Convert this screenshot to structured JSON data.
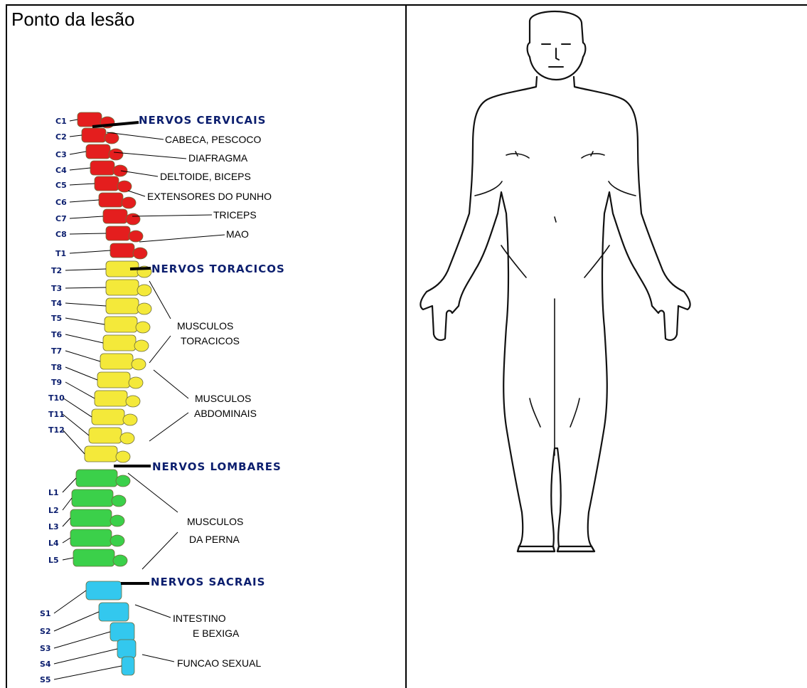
{
  "document": {
    "cell_left_title": "Ponto da lesão"
  },
  "spine_diagram": {
    "nerve_groups": [
      "NERVOS CERVICAIS",
      "NERVOS TORACICOS",
      "NERVOS LOMBARES",
      "NERVOS SACRAIS"
    ],
    "functions": [
      "CABECA, PESCOCO",
      "DIAFRAGMA",
      "DELTOIDE, BICEPS",
      "EXTENSORES DO PUNHO",
      "TRICEPS",
      "MAO",
      "MUSCULOS",
      "TORACICOS",
      "MUSCULOS",
      "ABDOMINAIS",
      "MUSCULOS",
      "DA PERNA",
      "INTESTINO",
      "E BEXIGA",
      "FUNCAO SEXUAL"
    ],
    "vertebrae": [
      "C1",
      "C2",
      "C3",
      "C4",
      "C5",
      "C6",
      "C7",
      "C8",
      "T1",
      "T2",
      "T3",
      "T4",
      "T5",
      "T6",
      "T7",
      "T8",
      "T9",
      "T10",
      "T11",
      "T12",
      "L1",
      "L2",
      "L3",
      "L4",
      "L5",
      "S1",
      "S2",
      "S3",
      "S4",
      "S5"
    ],
    "region_colors": {
      "cervical": "#e41e1e",
      "thoracic": "#f4e93a",
      "lumbar": "#3bd04a",
      "sacral": "#33c8ee"
    }
  },
  "body_figure": {
    "label": ""
  }
}
